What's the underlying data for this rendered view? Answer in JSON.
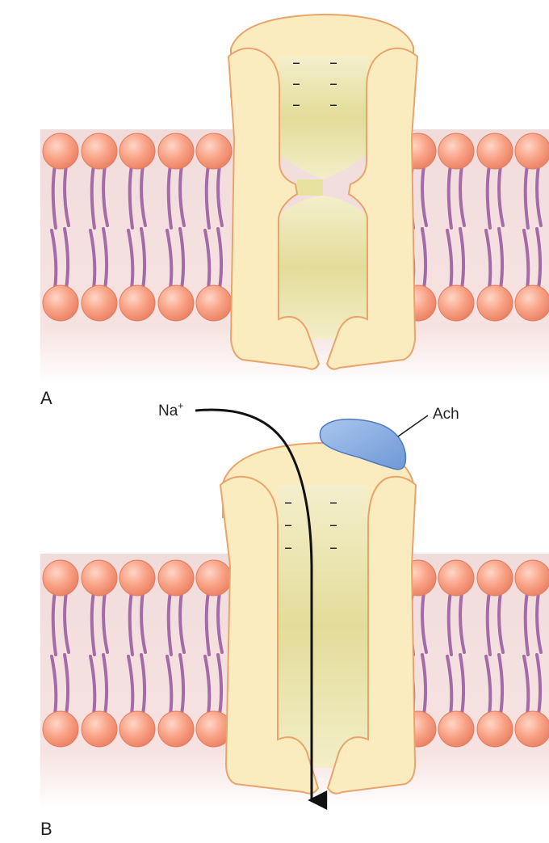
{
  "panels": [
    {
      "label": "A",
      "state": "closed",
      "charges": [
        "–",
        "–",
        "–",
        "–",
        "–",
        "–"
      ]
    },
    {
      "label": "B",
      "state": "open",
      "charges": [
        "–",
        "–",
        "–",
        "–",
        "–",
        "–"
      ]
    }
  ],
  "ion": {
    "symbol": "Na",
    "charge": "+"
  },
  "ligand": {
    "label": "Ach",
    "color": "#7ea6df"
  },
  "colors": {
    "membrane": "#f1dcdc",
    "lipid_head": "#f59a80",
    "lipid_tail": "#a56aa8",
    "protein": "#fbecc0",
    "protein_outline": "#e9a46b",
    "pore": "#e8e2a0",
    "arrow": "#111111"
  }
}
